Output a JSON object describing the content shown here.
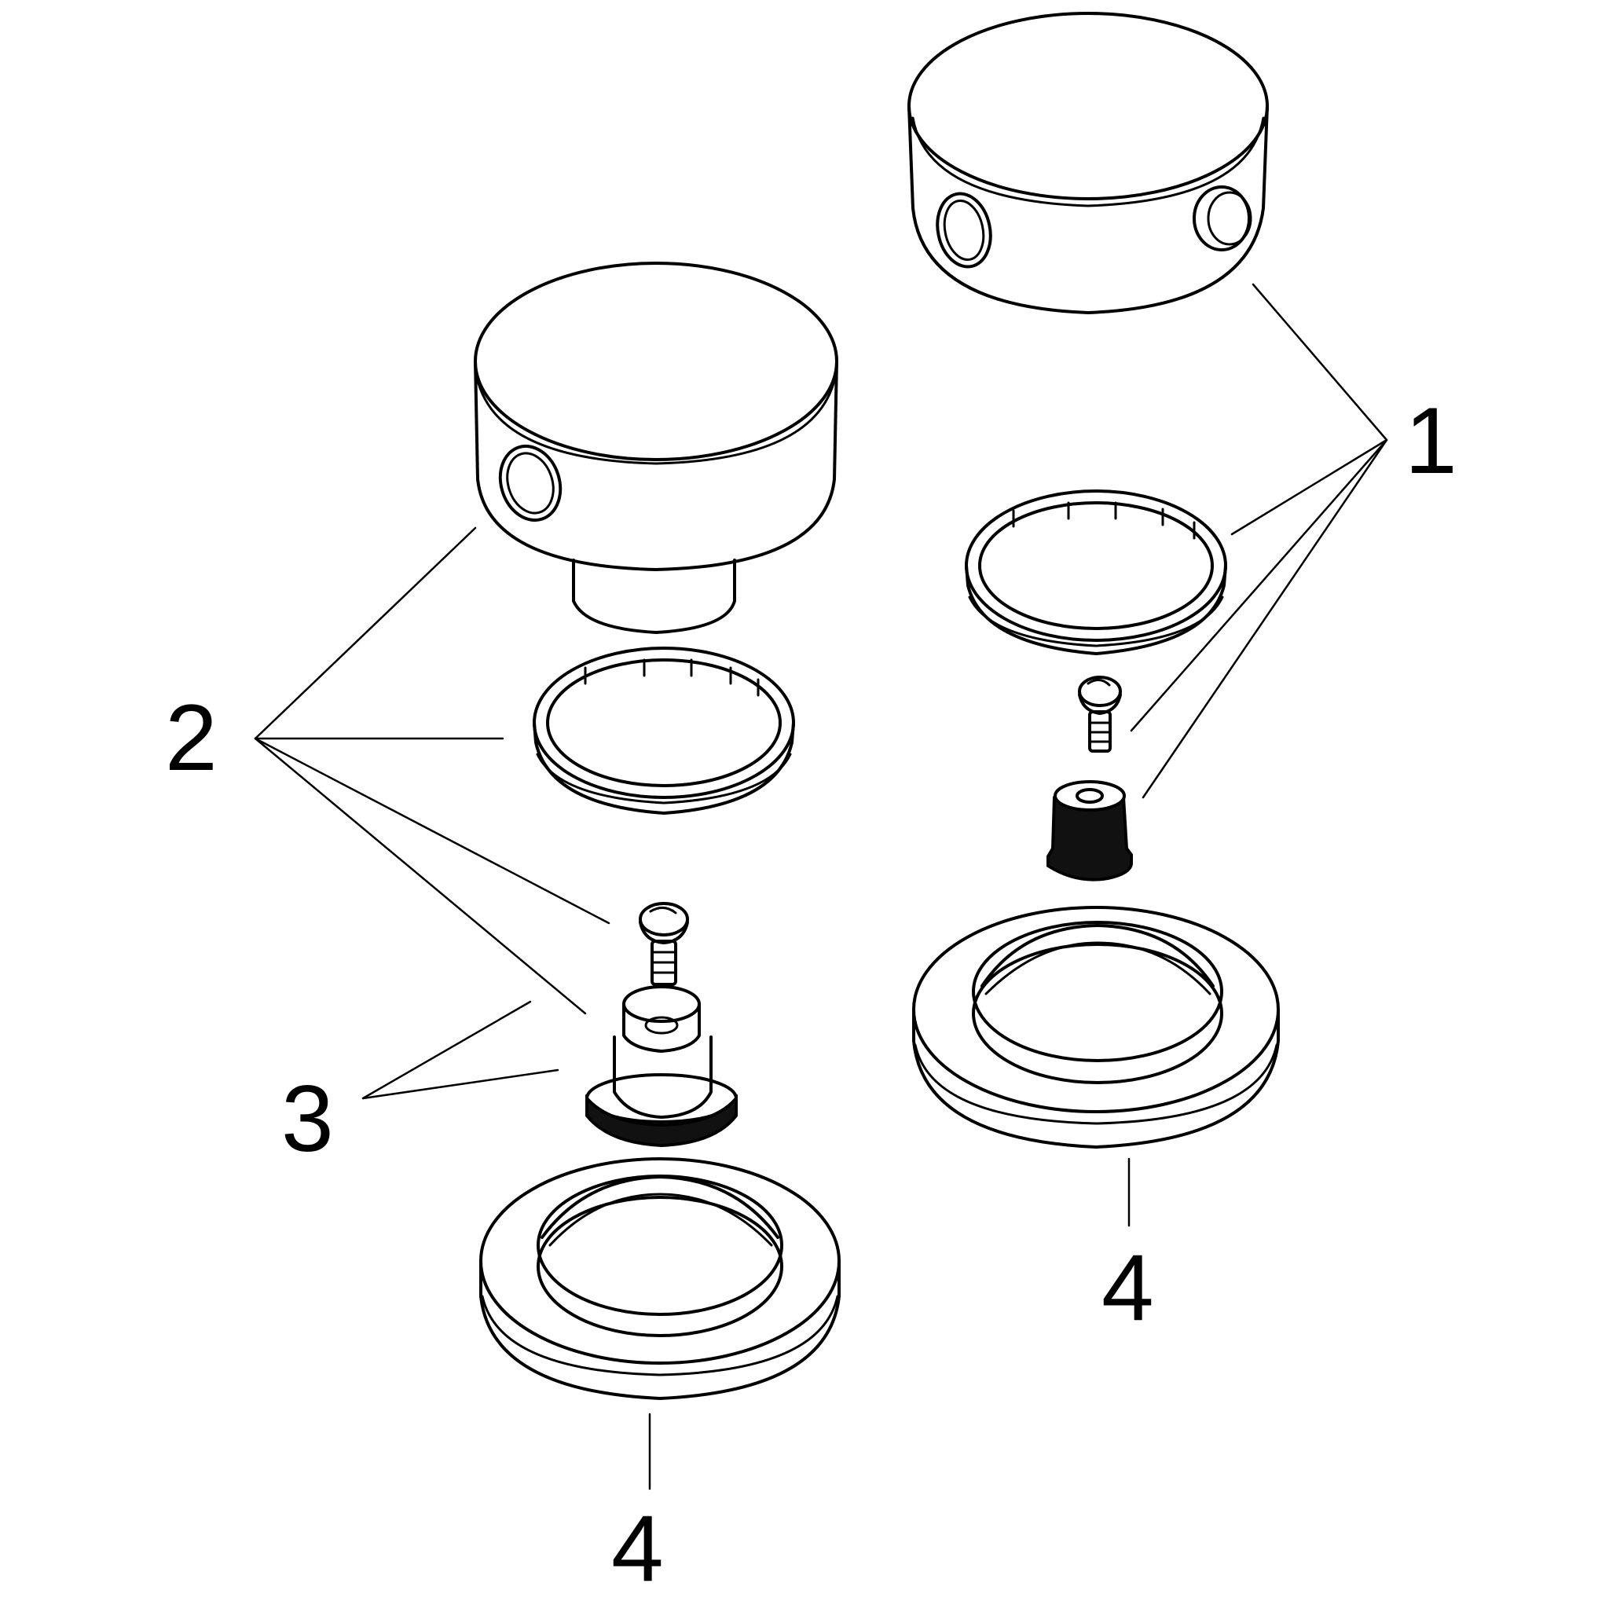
{
  "callouts": {
    "part_1": "1",
    "part_2": "2",
    "part_3": "3",
    "part_4_left": "4",
    "part_4_right": "4"
  },
  "colors": {
    "line": "#000000",
    "background": "#ffffff"
  }
}
